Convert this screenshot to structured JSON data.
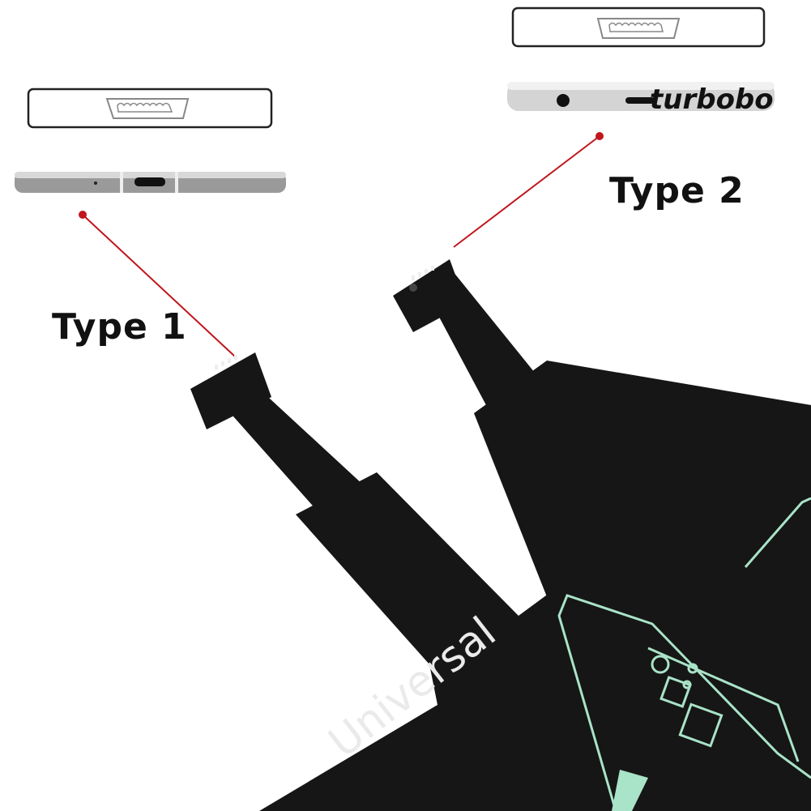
{
  "image": {
    "description": "Product photo: universal Qi wireless charging receiver pads with micro-USB connectors, shown in two orientations",
    "background_color": "#ffffff"
  },
  "labels": {
    "type1": "Type 1",
    "type2": "Type 2",
    "watermark": "turbobo",
    "pad_text": "Universal"
  },
  "annotations": [
    {
      "name": "type1-pointer",
      "color": "#c0161c"
    },
    {
      "name": "type2-pointer",
      "color": "#c0161c"
    }
  ],
  "colors": {
    "pad_black": "#161616",
    "circuit_mint": "#a9e3c8",
    "phone_silver": "#b9b9b9",
    "pointer_red": "#c0161c"
  }
}
